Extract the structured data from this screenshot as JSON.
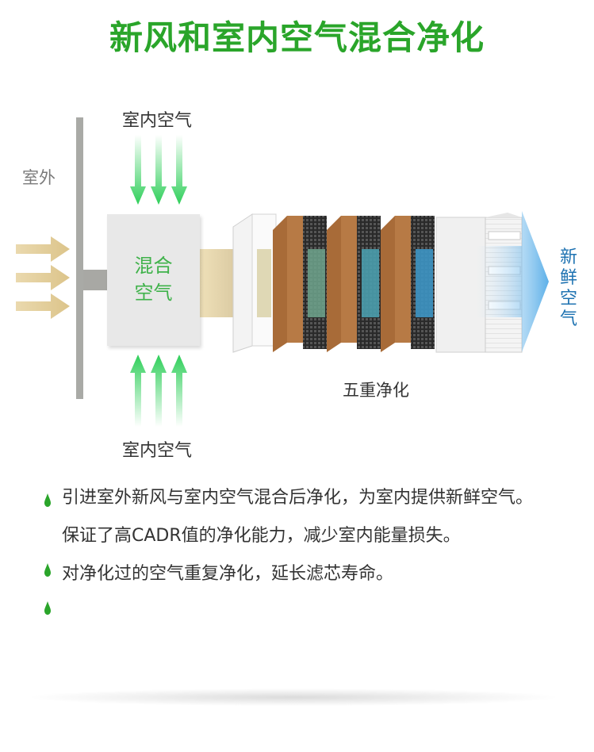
{
  "title": "新风和室内空气混合净化",
  "diagram": {
    "outdoor_label": "室外",
    "indoor_air_top": "室内空气",
    "indoor_air_bottom": "室内空气",
    "mixed_air_line1": "混合",
    "mixed_air_line2": "空气",
    "five_stage_label": "五重净化",
    "fresh_air_chars": [
      "新",
      "鲜",
      "空",
      "气"
    ]
  },
  "bullets": [
    "引进室外新风与室内空气混合后净化，为室内提供新鲜空气。",
    "保证了高CADR值的净化能力，减少室内能量损失。",
    "对净化过的空气重复净化，延长滤芯寿命。"
  ],
  "colors": {
    "title_green": "#2aa52a",
    "indoor_arrow_green": "#2fcf5a",
    "outdoor_arrow_tan": "#e3cd97",
    "fresh_air_blue": "#1f73b2",
    "filter_brown": "#b77a45",
    "bullet_green": "#2aa52a"
  }
}
